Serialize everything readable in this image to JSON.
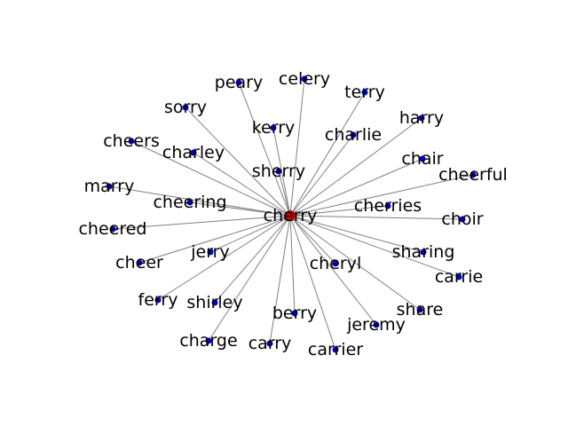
{
  "graph": {
    "center": {
      "word": "cherry",
      "color": "#cc0000"
    },
    "neighbor_color": "#0000cc",
    "edge_color": "#808080",
    "neighbors": [
      "peary",
      "celery",
      "terry",
      "harry",
      "sorry",
      "kerry",
      "charlie",
      "cheers",
      "charley",
      "chair",
      "sherry",
      "cheerful",
      "marry",
      "cheering",
      "cherries",
      "choir",
      "cheered",
      "jerry",
      "sharing",
      "cheer",
      "cheryl",
      "carrie",
      "ferry",
      "shirley",
      "share",
      "berry",
      "jeremy",
      "charge",
      "carry",
      "carrier"
    ]
  }
}
